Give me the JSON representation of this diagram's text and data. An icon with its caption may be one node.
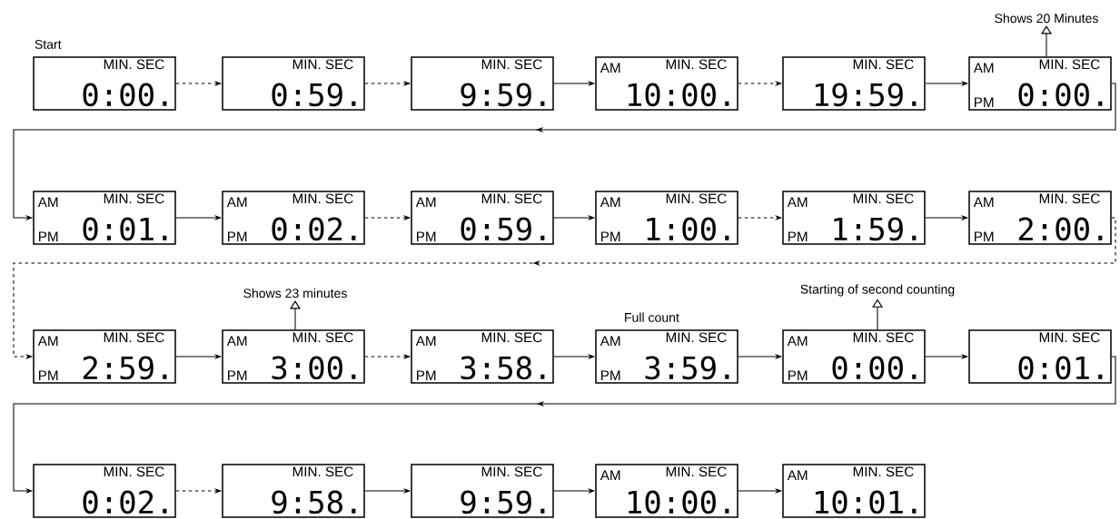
{
  "diagram": {
    "nodes": [
      {
        "text": [
          "MIN. SEC",
          "0:00."
        ],
        "beside": [
          "Start"
        ]
      },
      {
        "text": [
          "MIN. SEC",
          "0:59."
        ]
      },
      {
        "text": [
          "MIN. SEC",
          "9:59."
        ]
      },
      {
        "text": [
          "AM",
          "MIN. SEC",
          "10:00."
        ]
      },
      {
        "text": [
          "MIN. SEC",
          "19:59."
        ]
      },
      {
        "text": [
          "Shows 20 Minutes"
        ]
      },
      {
        "text": [
          "AM",
          "MIN. SEC",
          "0:00.",
          "PM"
        ]
      },
      {
        "text": [
          "AM",
          "MIN. SEC",
          "0:01.",
          "PM"
        ]
      },
      {
        "text": [
          "AM",
          "MIN. SEC",
          "0:02.",
          "PM"
        ]
      },
      {
        "text": [
          "AM",
          "MIN. SEC",
          "0:59.",
          "PM"
        ]
      },
      {
        "text": [
          "AM",
          "MIN. SEC",
          "1:00.",
          "PM"
        ]
      },
      {
        "text": [
          "AM",
          "MIN. SEC",
          "1:59.",
          "PM"
        ]
      },
      {
        "text": [
          "AM",
          "MIN. SEC",
          "2:00.",
          "PM"
        ]
      },
      {
        "text": [
          "Shows 23 minutes"
        ]
      },
      {
        "text": [
          "Starting of second counting"
        ]
      },
      {
        "text": [
          "AM",
          "MIN. SEC",
          "2:59.",
          "PM"
        ]
      },
      {
        "text": [
          "AM",
          "MIN. SEC",
          "3:00.",
          "PM"
        ]
      },
      {
        "text": [
          "AM",
          "MIN. SEC",
          "3:58.",
          "PM"
        ]
      },
      {
        "text": [
          "AM",
          "MIN. SEC",
          "3:59.",
          "PM"
        ],
        "beside": [
          "Full count"
        ]
      },
      {
        "text": [
          "AM",
          "MIN. SEC",
          "0:00.",
          "PM"
        ]
      },
      {
        "text": [
          "MIN. SEC",
          "0:01."
        ]
      },
      {
        "text": [
          "MIN. SEC",
          "0:02."
        ]
      },
      {
        "text": [
          "MIN. SEC",
          "9:58."
        ]
      },
      {
        "text": [
          "MIN. SEC",
          "9:59."
        ]
      },
      {
        "text": [
          "AM",
          "MIN. SEC",
          "10:00."
        ]
      },
      {
        "text": [
          "AM",
          "MIN. SEC",
          "10:01."
        ]
      }
    ],
    "edges": [
      {
        "from": 0,
        "to": 1,
        "arrow": "to",
        "style": "dashed"
      },
      {
        "from": 1,
        "to": 2,
        "arrow": "to",
        "style": "dashed"
      },
      {
        "from": 2,
        "to": 3,
        "arrow": "to"
      },
      {
        "from": 3,
        "to": 4,
        "arrow": "to",
        "style": "dashed"
      },
      {
        "from": 4,
        "to": 6,
        "arrow": "to"
      },
      {
        "from": 6,
        "to": 5,
        "arrow": "to"
      },
      {
        "from": 6,
        "to": 7,
        "arrow": "to"
      },
      {
        "from": 7,
        "to": 8,
        "arrow": "to"
      },
      {
        "from": 8,
        "to": 9,
        "arrow": "to",
        "style": "dashed"
      },
      {
        "from": 9,
        "to": 10,
        "arrow": "to"
      },
      {
        "from": 10,
        "to": 11,
        "arrow": "to",
        "style": "dashed"
      },
      {
        "from": 11,
        "to": 12,
        "arrow": "to"
      },
      {
        "from": 12,
        "to": 15,
        "arrow": "to",
        "style": "dashed"
      },
      {
        "from": 15,
        "to": 16,
        "arrow": "to"
      },
      {
        "from": 16,
        "to": 13,
        "arrow": "to"
      },
      {
        "from": 16,
        "to": 17,
        "arrow": "to",
        "style": "dashed"
      },
      {
        "from": 17,
        "to": 18,
        "arrow": "to"
      },
      {
        "from": 18,
        "to": 19,
        "arrow": "to"
      },
      {
        "from": 19,
        "to": 14,
        "arrow": "to"
      },
      {
        "from": 19,
        "to": 20,
        "arrow": "to"
      },
      {
        "from": 20,
        "to": 21,
        "arrow": "to"
      },
      {
        "from": 21,
        "to": 22,
        "arrow": "to",
        "style": "dashed"
      },
      {
        "from": 22,
        "to": 23,
        "arrow": "to"
      },
      {
        "from": 23,
        "to": 24,
        "arrow": "to"
      },
      {
        "from": 24,
        "to": 25,
        "arrow": "to"
      }
    ]
  }
}
